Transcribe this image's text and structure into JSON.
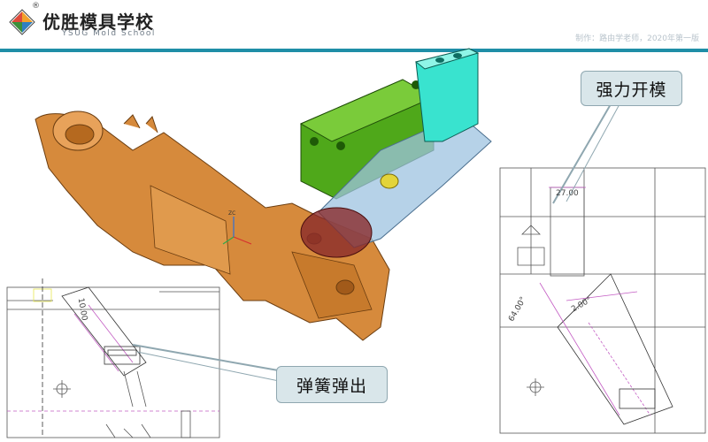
{
  "header": {
    "brand_cn": "优胜模具学校",
    "brand_en": "YSUG Mold School",
    "registered_mark": "®",
    "credit": "制作：路由学老师，2020年第一版"
  },
  "callouts": {
    "top": "强力开模",
    "bottom": "弹簧弹出"
  },
  "dimensions": {
    "right_top": "27.00",
    "right_angle": "64.00°",
    "right_diag": "2.00°",
    "left_diag": "10.00"
  },
  "axis_label": "ZC",
  "colors": {
    "accent_rule": "#1f8ea7",
    "part_orange": "#d68a3c",
    "green_block": "#4fa81a",
    "cyan_block": "#39e3cf",
    "callout_fill": "#d9e6ea"
  }
}
